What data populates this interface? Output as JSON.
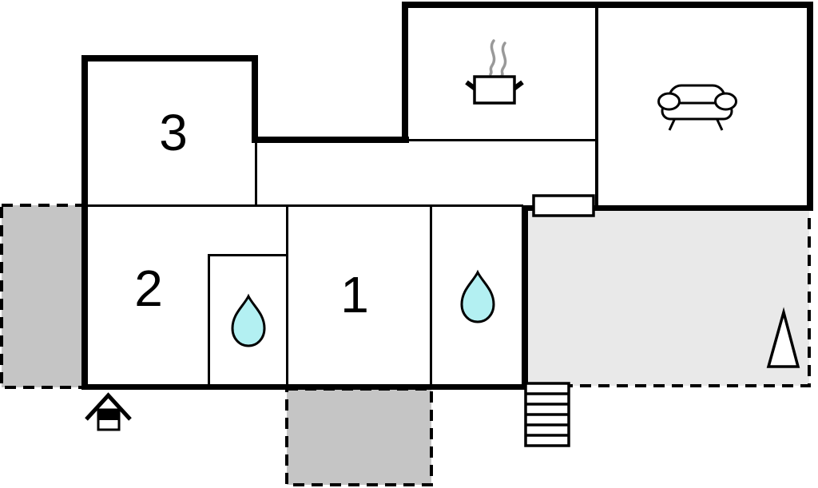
{
  "floorplan": {
    "type": "holiday-home-floor-plan",
    "rooms": {
      "bedroom_1": {
        "label": "1"
      },
      "bedroom_2": {
        "label": "2"
      },
      "bedroom_3": {
        "label": "3"
      },
      "kitchen": {
        "icon": "cooking-pot-icon"
      },
      "living_room": {
        "icon": "sofa-icon"
      },
      "bathroom_1": {
        "icon": "water-drop-icon"
      },
      "bathroom_2": {
        "icon": "water-drop-icon"
      }
    },
    "outdoor": {
      "terrace_left": {
        "style": "dashed-outline",
        "fill": "dark-gray"
      },
      "terrace_bottom": {
        "style": "dashed-outline",
        "fill": "dark-gray"
      },
      "terrace_right": {
        "style": "dashed-outline",
        "fill": "light-gray",
        "icon": "tree-icon"
      },
      "stairs": {
        "icon": "stairs-icon",
        "steps": 6
      },
      "entrance": {
        "icon": "house-icon"
      },
      "window": {
        "icon": "window"
      }
    },
    "colors": {
      "wall": "#000000",
      "terrace_dark": "#c5c5c5",
      "terrace_light": "#e9e9e9",
      "water": "#b3f0f2",
      "steam": "#999999",
      "paper": "#ffffff"
    }
  }
}
